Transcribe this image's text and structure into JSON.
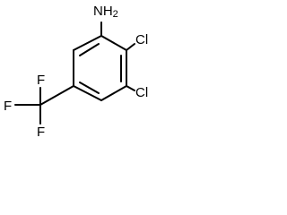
{
  "molecule": {
    "atoms": {
      "amine": "NH",
      "amine_subscript": "2",
      "chlorine_top": "Cl",
      "chlorine_bottom": "Cl",
      "fluorine_left": "F",
      "fluorine_top": "F",
      "fluorine_bottom": "F"
    }
  }
}
